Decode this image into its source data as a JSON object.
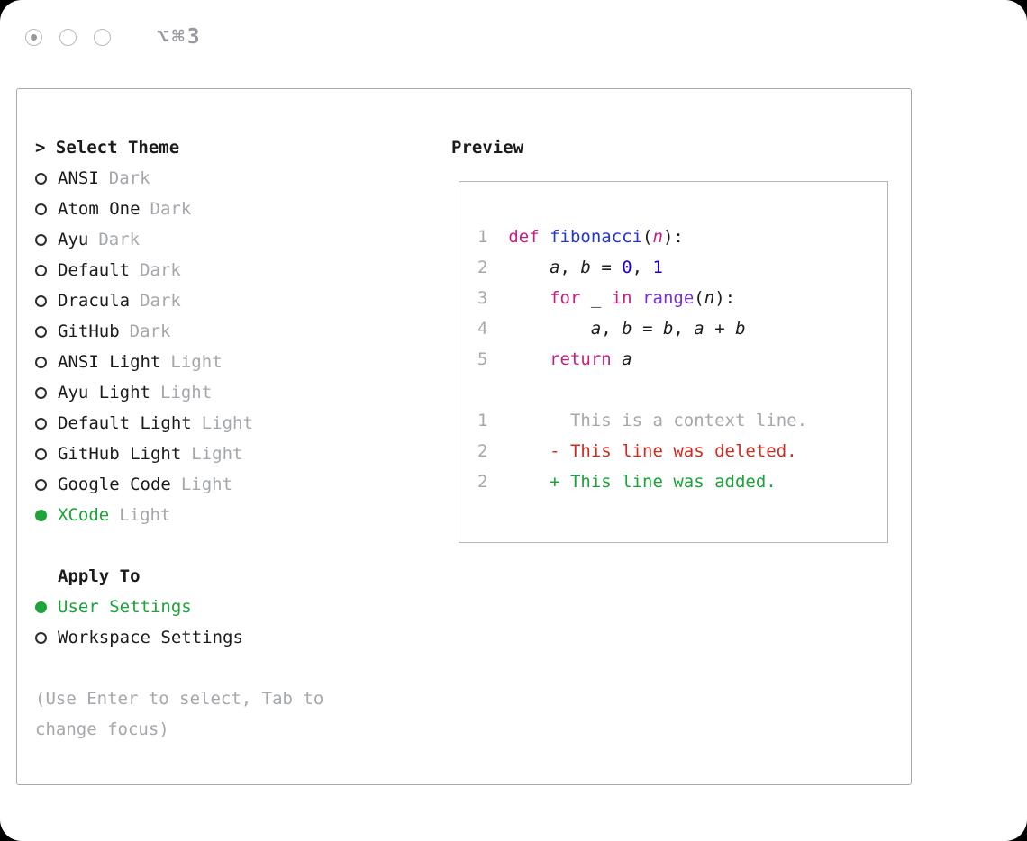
{
  "window": {
    "shortcut": "⌥⌘3"
  },
  "colors": {
    "green": "#1ca339",
    "red": "#d12b1f",
    "magenta": "#c51f84",
    "fn_blue": "#2036cf",
    "num_blue": "#1b00d4",
    "purple": "#7a2ed1",
    "gray": "#a4a7ab",
    "text": "#1b1b1b"
  },
  "panel": {
    "select_theme_label": "> Select Theme",
    "themes": [
      {
        "name": "ANSI",
        "variant": "Dark",
        "selected": false
      },
      {
        "name": "Atom One",
        "variant": "Dark",
        "selected": false
      },
      {
        "name": "Ayu",
        "variant": "Dark",
        "selected": false
      },
      {
        "name": "Default",
        "variant": "Dark",
        "selected": false
      },
      {
        "name": "Dracula",
        "variant": "Dark",
        "selected": false
      },
      {
        "name": "GitHub",
        "variant": "Dark",
        "selected": false
      },
      {
        "name": "ANSI Light",
        "variant": "Light",
        "selected": false
      },
      {
        "name": "Ayu Light",
        "variant": "Light",
        "selected": false
      },
      {
        "name": "Default Light",
        "variant": "Light",
        "selected": false
      },
      {
        "name": "GitHub Light",
        "variant": "Light",
        "selected": false
      },
      {
        "name": "Google Code",
        "variant": "Light",
        "selected": false
      },
      {
        "name": "XCode",
        "variant": "Light",
        "selected": true
      }
    ],
    "apply_to": {
      "label": "Apply To",
      "options": [
        {
          "label": "User Settings",
          "selected": true
        },
        {
          "label": "Workspace Settings",
          "selected": false
        }
      ]
    },
    "hint": "(Use Enter to select, Tab to\nchange focus)"
  },
  "preview": {
    "label": "Preview",
    "code_lines": [
      {
        "num": "1",
        "tokens": [
          {
            "t": "def ",
            "c": "kw"
          },
          {
            "t": "fibonacci",
            "c": "fn"
          },
          {
            "t": "(",
            "c": "p"
          },
          {
            "t": "n",
            "c": "param"
          },
          {
            "t": "):",
            "c": "p"
          }
        ]
      },
      {
        "num": "2",
        "tokens": [
          {
            "t": "    ",
            "c": "p"
          },
          {
            "t": "a",
            "c": "var"
          },
          {
            "t": ", ",
            "c": "p"
          },
          {
            "t": "b",
            "c": "var"
          },
          {
            "t": " = ",
            "c": "p"
          },
          {
            "t": "0",
            "c": "lit"
          },
          {
            "t": ", ",
            "c": "p"
          },
          {
            "t": "1",
            "c": "lit"
          }
        ]
      },
      {
        "num": "3",
        "tokens": [
          {
            "t": "    ",
            "c": "p"
          },
          {
            "t": "for",
            "c": "kw"
          },
          {
            "t": " _ ",
            "c": "p"
          },
          {
            "t": "in",
            "c": "kw"
          },
          {
            "t": " ",
            "c": "p"
          },
          {
            "t": "range",
            "c": "call"
          },
          {
            "t": "(",
            "c": "p"
          },
          {
            "t": "n",
            "c": "var"
          },
          {
            "t": "):",
            "c": "p"
          }
        ]
      },
      {
        "num": "4",
        "tokens": [
          {
            "t": "        ",
            "c": "p"
          },
          {
            "t": "a",
            "c": "var"
          },
          {
            "t": ", ",
            "c": "p"
          },
          {
            "t": "b",
            "c": "var"
          },
          {
            "t": " = ",
            "c": "p"
          },
          {
            "t": "b",
            "c": "var"
          },
          {
            "t": ", ",
            "c": "p"
          },
          {
            "t": "a",
            "c": "var"
          },
          {
            "t": " + ",
            "c": "p"
          },
          {
            "t": "b",
            "c": "var"
          }
        ]
      },
      {
        "num": "5",
        "tokens": [
          {
            "t": "    ",
            "c": "p"
          },
          {
            "t": "return ",
            "c": "kw"
          },
          {
            "t": "a",
            "c": "var"
          }
        ]
      }
    ],
    "diff_lines": [
      {
        "num": "1",
        "tokens": [
          {
            "t": "      This is a context line.",
            "c": "gray"
          }
        ]
      },
      {
        "num": "2",
        "tokens": [
          {
            "t": "    - This line was deleted.",
            "c": "red"
          }
        ]
      },
      {
        "num": "2",
        "tokens": [
          {
            "t": "    + This line was added.",
            "c": "green"
          }
        ]
      }
    ]
  }
}
